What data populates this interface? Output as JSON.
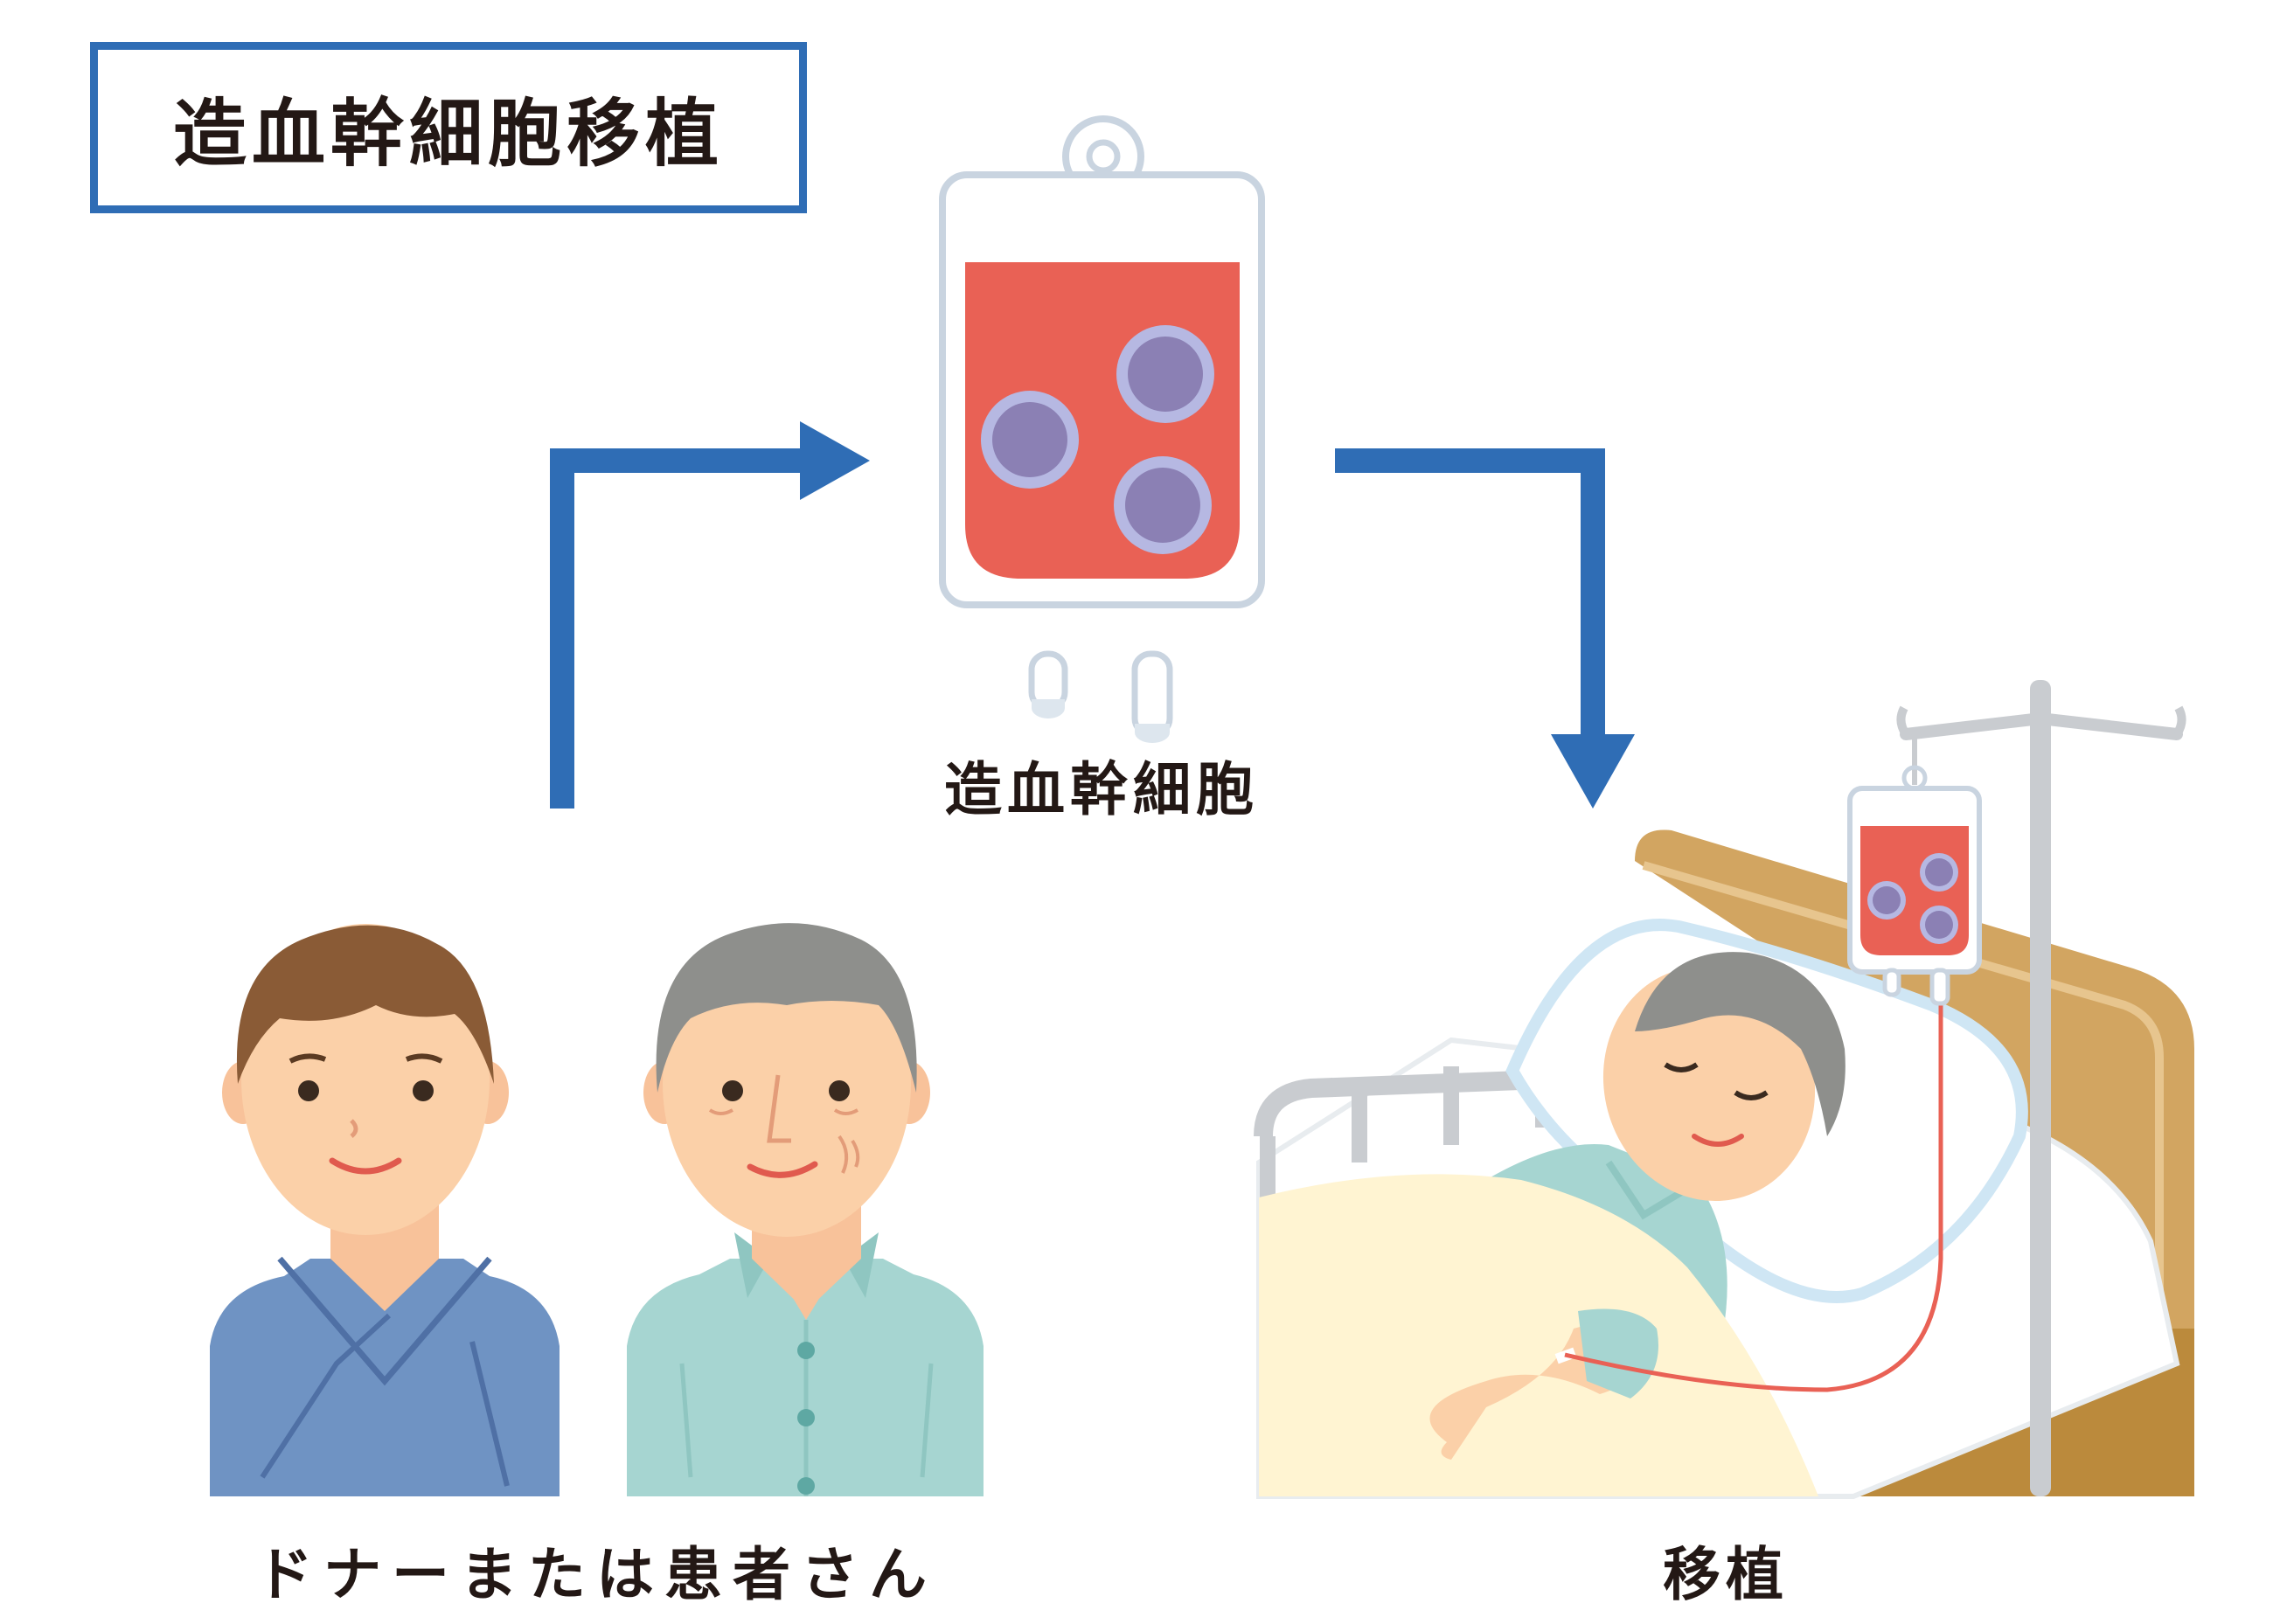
{
  "title": "造血幹細胞移植",
  "labels": {
    "cells": "造血幹細胞",
    "donor": "ドナーまたは患者さん",
    "transplant": "移植"
  },
  "colors": {
    "accent_blue": "#2f6db5",
    "blood_red": "#e96155",
    "cell_purple": "#8b80b4",
    "cell_ring": "#b6b8e2"
  }
}
